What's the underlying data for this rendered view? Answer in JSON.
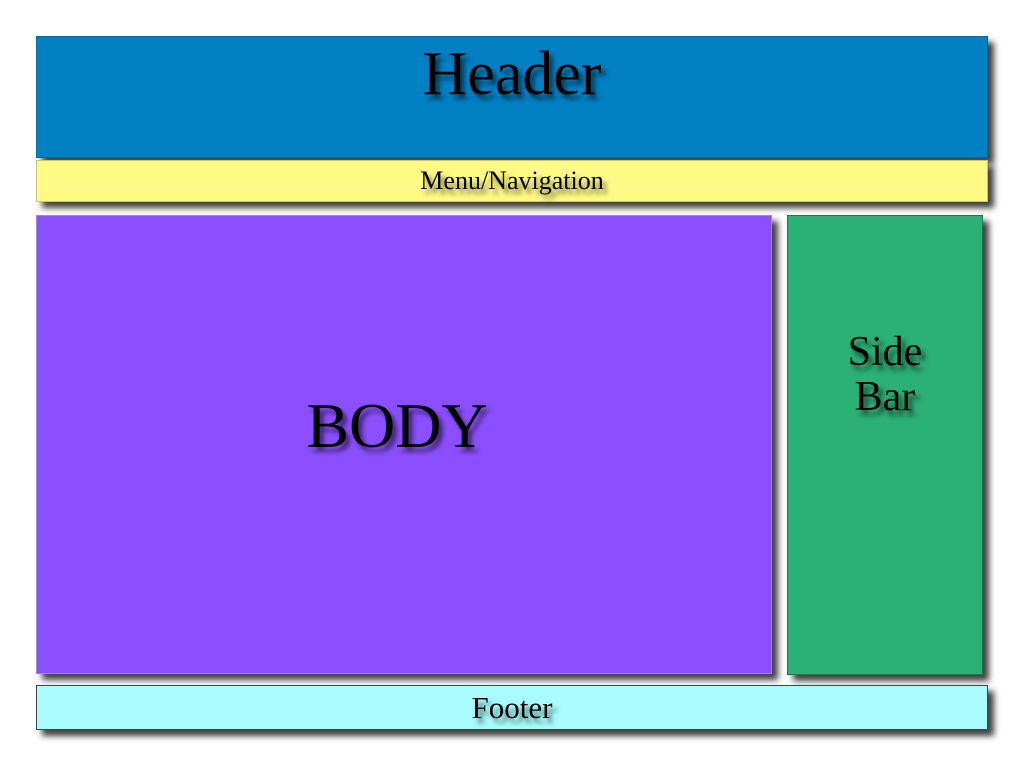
{
  "layout": {
    "header": {
      "label": "Header",
      "color": "#0180c4"
    },
    "menu": {
      "label": "Menu/Navigation",
      "color": "#fffa86"
    },
    "body": {
      "label": "BODY",
      "color": "#8c4fff"
    },
    "sidebar": {
      "label": "Side\nBar",
      "color": "#2bb076"
    },
    "footer": {
      "label": "Footer",
      "color": "#a8fcfe"
    }
  }
}
